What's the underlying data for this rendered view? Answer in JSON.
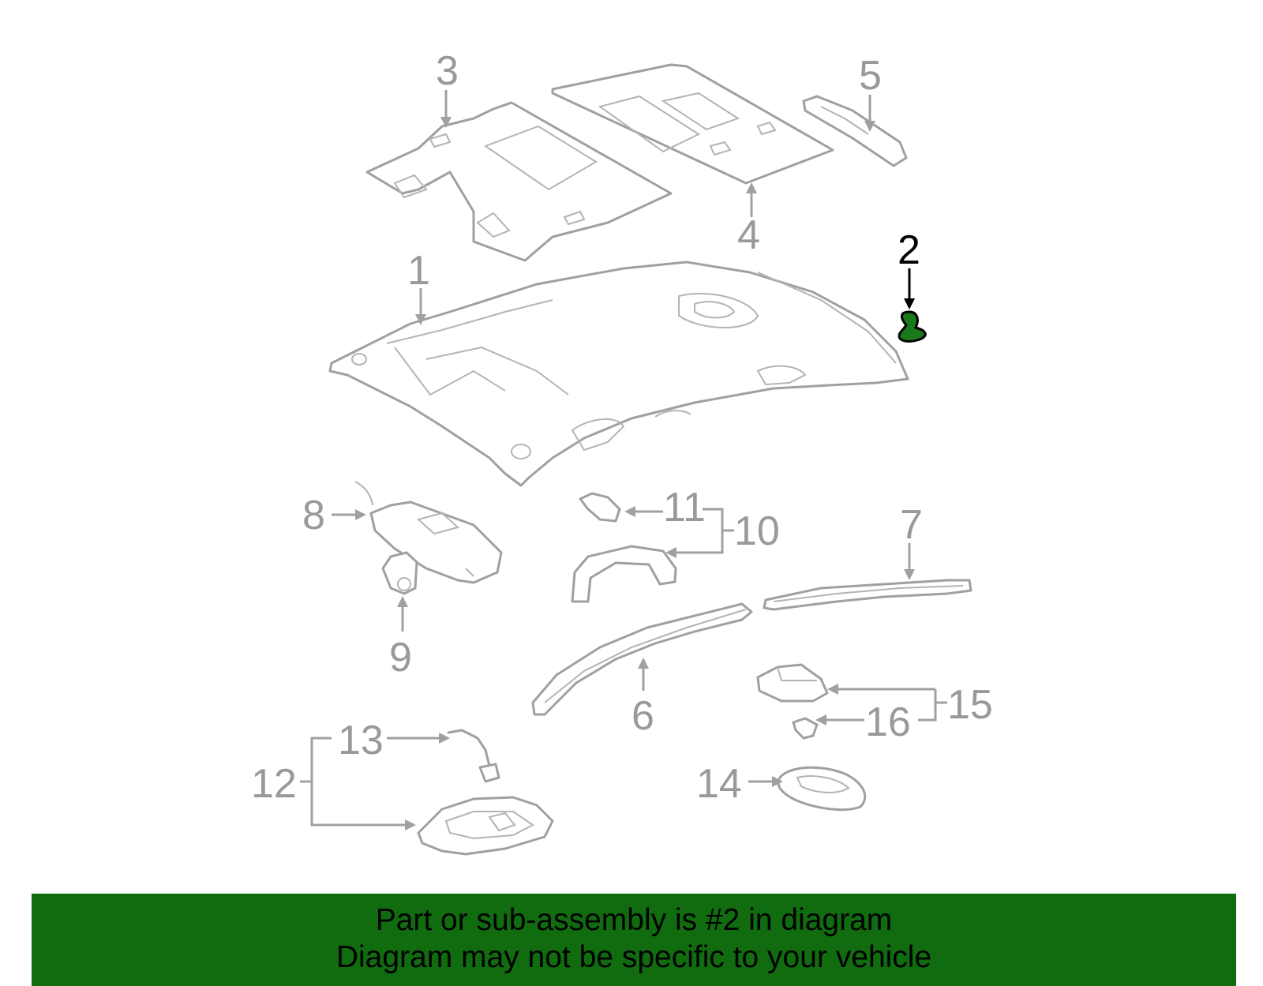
{
  "callouts": [
    {
      "id": "1",
      "label": "1"
    },
    {
      "id": "2",
      "label": "2",
      "highlighted": true
    },
    {
      "id": "3",
      "label": "3"
    },
    {
      "id": "4",
      "label": "4"
    },
    {
      "id": "5",
      "label": "5"
    },
    {
      "id": "6",
      "label": "6"
    },
    {
      "id": "7",
      "label": "7"
    },
    {
      "id": "8",
      "label": "8"
    },
    {
      "id": "9",
      "label": "9"
    },
    {
      "id": "10",
      "label": "10"
    },
    {
      "id": "11",
      "label": "11"
    },
    {
      "id": "12",
      "label": "12"
    },
    {
      "id": "13",
      "label": "13"
    },
    {
      "id": "14",
      "label": "14"
    },
    {
      "id": "15",
      "label": "15"
    },
    {
      "id": "16",
      "label": "16"
    }
  ],
  "banner": {
    "line1": "Part or sub-assembly is #2 in diagram",
    "line2": "Diagram may not be specific to your vehicle"
  },
  "colors": {
    "banner_bg": "#116c10",
    "highlight_part": "#1a7a1a",
    "line_gray": "#a0a0a0",
    "label_gray": "#999999"
  }
}
